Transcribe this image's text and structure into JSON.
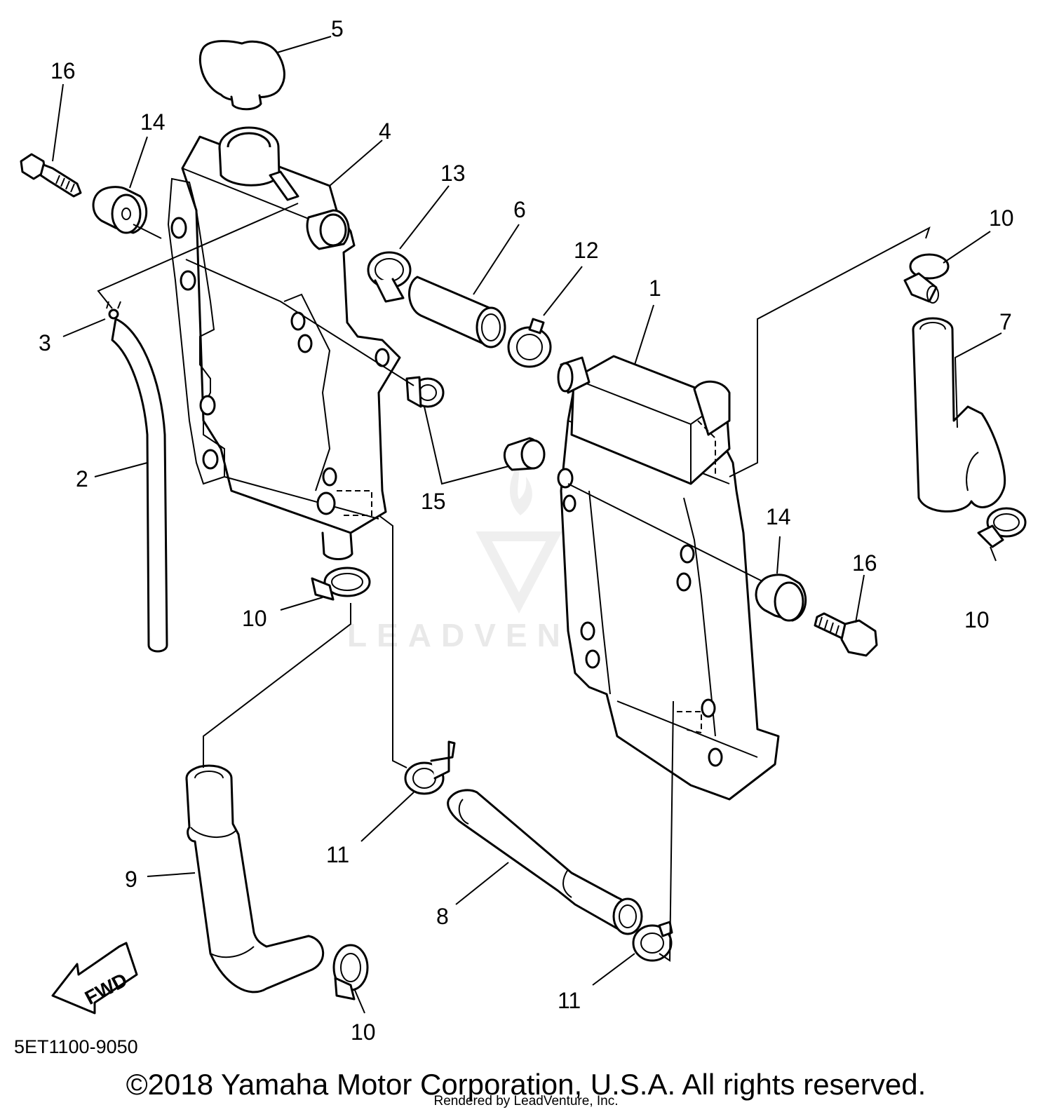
{
  "diagram": {
    "callouts": {
      "c1": "1",
      "c2": "2",
      "c3": "3",
      "c4": "4",
      "c5": "5",
      "c6": "6",
      "c7": "7",
      "c8": "8",
      "c9": "9",
      "c10a": "10",
      "c10b": "10",
      "c10c": "10",
      "c10d": "10",
      "c11a": "11",
      "c11b": "11",
      "c12": "12",
      "c13": "13",
      "c14a": "14",
      "c14b": "14",
      "c15": "15",
      "c16a": "16",
      "c16b": "16"
    },
    "fwd_label": "FWD",
    "watermark_text": "LEADVENTURE",
    "part_number": "5ET1100-9050"
  },
  "footer": {
    "copyright": "©2018 Yamaha Motor Corporation, U.S.A. All rights reserved.",
    "render_credit": "Rendered by LeadVenture, Inc."
  }
}
